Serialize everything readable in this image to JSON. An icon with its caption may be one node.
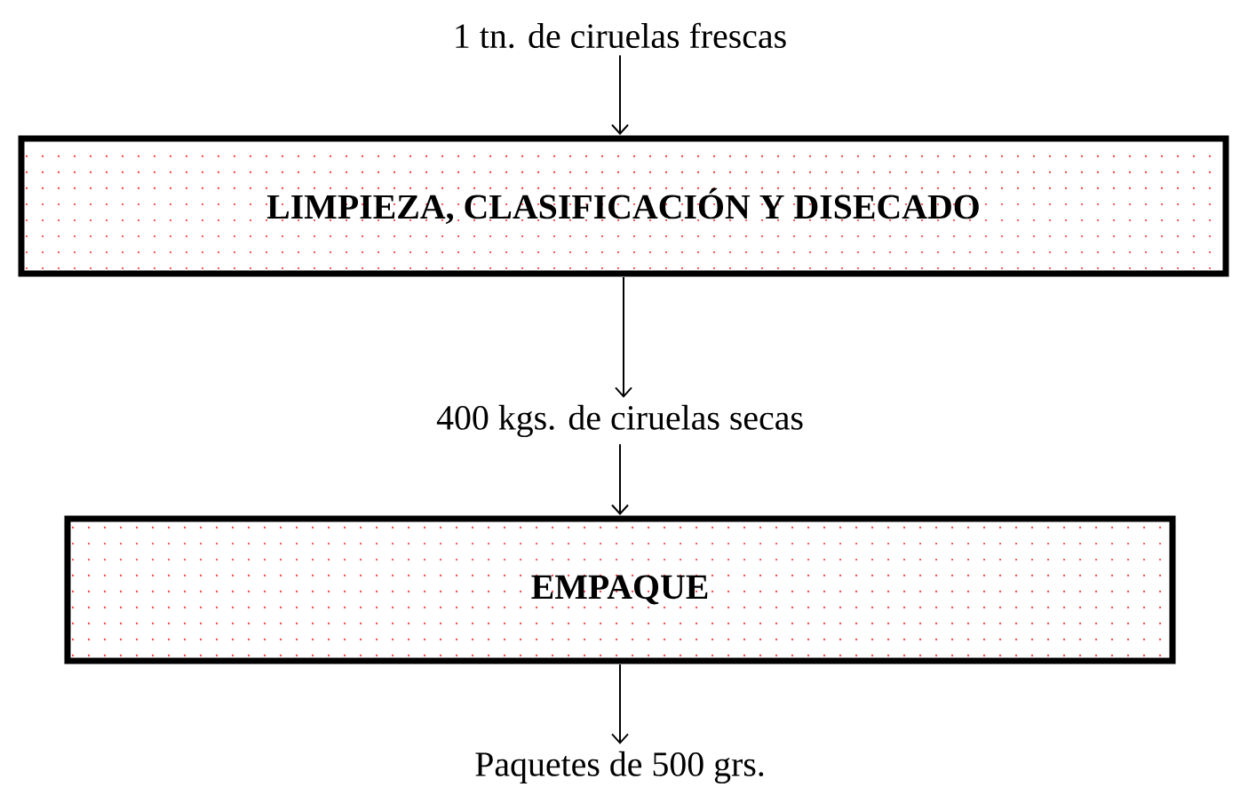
{
  "diagram": {
    "nodes": [
      {
        "text": [
          "1 tn. de ciruelas frescas"
        ]
      },
      {
        "text": [
          "LIMPIEZA, CLASIFICACIÓN Y DISECADO"
        ]
      },
      {
        "text": [
          "400 kgs. de ciruelas secas"
        ]
      },
      {
        "text": [
          "EMPAQUE"
        ]
      },
      {
        "text": [
          "Paquetes de 500 grs."
        ]
      }
    ],
    "edges": [
      {
        "from": 0,
        "to": 1,
        "arrow": "to"
      },
      {
        "from": 1,
        "to": 2,
        "arrow": "to"
      },
      {
        "from": 2,
        "to": 3,
        "arrow": "to"
      },
      {
        "from": 3,
        "to": 4,
        "arrow": "to"
      }
    ]
  }
}
